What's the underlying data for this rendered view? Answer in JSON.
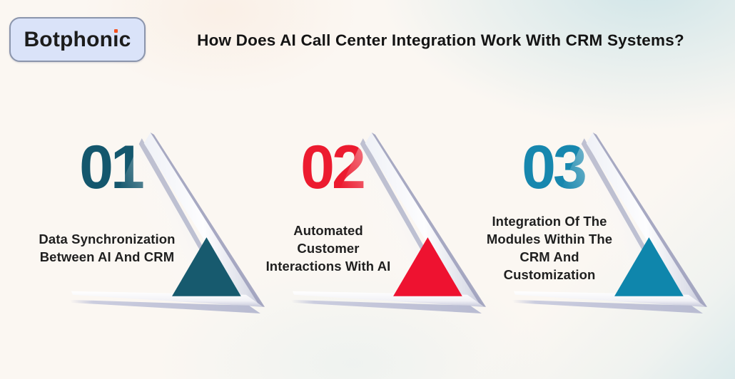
{
  "logo": {
    "text": "Botphonic",
    "text_before_i": "Botphon",
    "dotless_i": "ı",
    "text_after_i": "c",
    "i_dot_color": "#f4511e",
    "badge_fill": "#dae3f9",
    "badge_border": "#8b95ac"
  },
  "header": {
    "title": "How Does AI Call Center Integration Work With CRM Systems?"
  },
  "background": {
    "base": "#fbf7f2",
    "teal_wash": "#cee5e9"
  },
  "steps": [
    {
      "number": "01",
      "label": "Data Synchronization\nBetween AI And CRM",
      "accent_color": "#14576d",
      "triangle_color": "#175a6e"
    },
    {
      "number": "02",
      "label": "Automated\nCustomer\nInteractions With AI",
      "accent_color": "#ec1b2f",
      "triangle_color": "#ee1230"
    },
    {
      "number": "03",
      "label": "Integration Of The\nModules Within The\nCRM And\nCustomization",
      "accent_color": "#1787ae",
      "triangle_color": "#0f86ac"
    }
  ]
}
